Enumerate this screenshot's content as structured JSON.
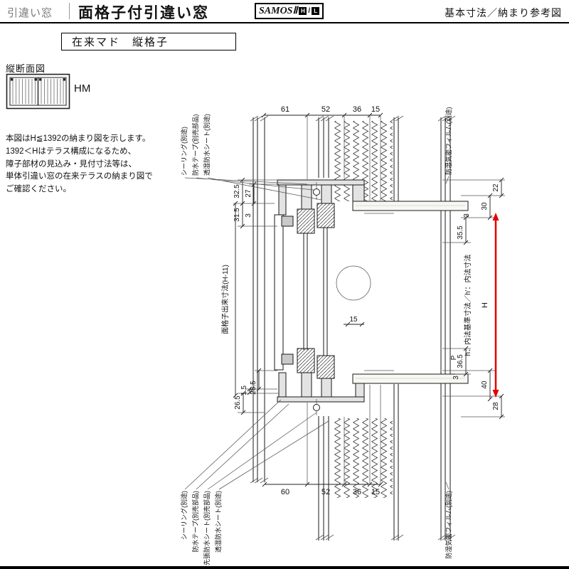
{
  "header": {
    "category": "引違い窓",
    "title": "面格子付引違い窓",
    "brand": "SAMOSⅡ",
    "brand_h": "H",
    "brand_sep": "/",
    "brand_l": "L",
    "right_note": "基本寸法／納まり参考図"
  },
  "subtitle": "在来マド　縦格子",
  "section": {
    "label": "縦断面図",
    "icon_code": "HM",
    "note": "本図はH≦1392の納まり図を示します。\n1392＜Hはテラス構成になるため、\n障子部材の見込み・見付寸法等は、\n単体引違い窓の在来テラスの納まり図で\nご確認ください。"
  },
  "callouts": {
    "top_left": [
      "シーリング(別途)",
      "防水テープ(別売部品)",
      "透湿防水シート(別途)"
    ],
    "bottom_left": [
      "シーリング(別途)",
      "防水テープ(別売部品)",
      "先張防水シート(別売部品)",
      "透湿防水シート(別途)"
    ],
    "right_top": "防湿気密フィルム(別途)",
    "right_bottom": "防湿気密フィルム(別途)"
  },
  "dimensions": {
    "top": [
      "61",
      "52",
      "36",
      "15"
    ],
    "bottom": [
      "60",
      "52",
      "36",
      "15"
    ],
    "left_head": [
      "32.5",
      "27",
      "31.5",
      "3"
    ],
    "left_sill": [
      "1.5",
      "25.5",
      "26.5"
    ],
    "right_head": [
      "22",
      "30",
      "3",
      "35.5"
    ],
    "right_sill": [
      "P",
      "36.5",
      "3",
      "40",
      "28"
    ],
    "mid": "15",
    "h_label": "H",
    "lattice_label": "面格子出来寸法(H-11)",
    "inner_label": "h：内法基準寸法／h'：内法寸法"
  },
  "colors": {
    "accent_red": "#e60000"
  }
}
